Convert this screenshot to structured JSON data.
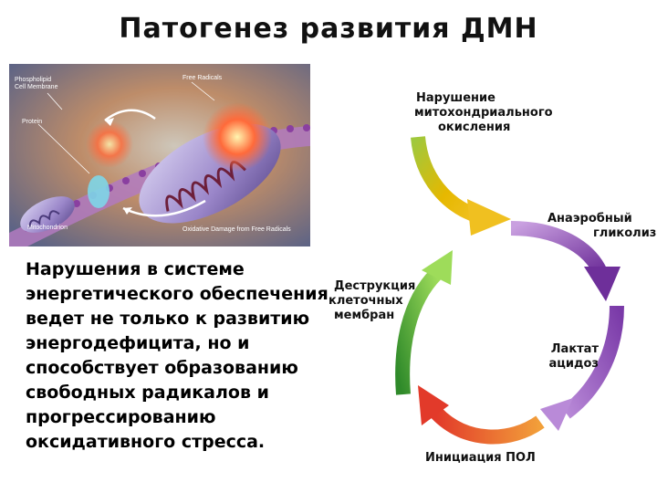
{
  "slide": {
    "title": "Патогенез развития ДМН",
    "illustration": {
      "labels": {
        "phospholipid": "Phospholipid",
        "cell_membrane": "Cell Membrane",
        "protein": "Protein",
        "free_radicals": "Free Radicals",
        "mitochondrion": "Mitochondrion",
        "oxidative_damage": "Oxidative Damage from Free Radicals"
      }
    },
    "body_lines": [
      "Нарушения в системе",
      "энергетического обеспечения",
      "ведет не только к развитию",
      "энергодефицита, но и",
      "способствует образованию",
      "свободных радикалов и",
      "прогрессированию",
      "оксидативного стресса."
    ],
    "cycle": {
      "step1": [
        "Нарушение",
        "митохондриального",
        "окисления"
      ],
      "step2": [
        "Анаэробный",
        "гликолиз"
      ],
      "step3": [
        "Лактат",
        "ацидоз"
      ],
      "step4": [
        "Инициация ПОЛ"
      ],
      "step5": [
        "Деструкция",
        "клеточных",
        "мембран"
      ],
      "colors": {
        "step1_arrow": "#d6a800",
        "step2_arrow": "#7b3fa6",
        "step3_arrow": "#6a2f8f",
        "step4_arrow": "#e8522a",
        "step5_arrow": "#5fb33a"
      }
    }
  }
}
